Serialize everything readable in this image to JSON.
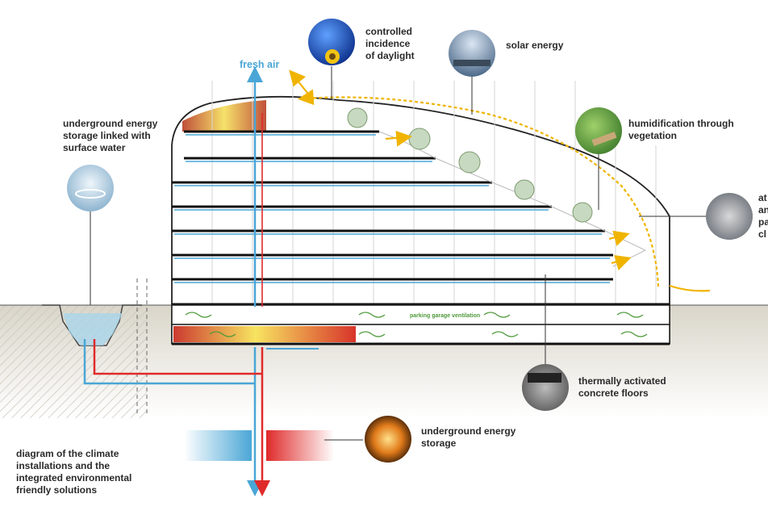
{
  "labels": {
    "fresh_air": "fresh air",
    "daylight": "controlled\nincidence\nof daylight",
    "solar": "solar energy",
    "underground_link": "underground energy\nstorage linked with\nsurface water",
    "humidification": "humidification through\nvegetation",
    "atrium_partial": "at\nan\npa\ncl",
    "parking_ventilation": "parking garage ventilation",
    "thermal_floors": "thermally activated\nconcrete floors",
    "underground_storage": "underground energy\nstorage",
    "caption": "diagram of the climate\ninstallations and the\nintegrated environmental\nfriendly solutions"
  },
  "icons": [
    "sunflower-sky-photo",
    "solar-sky-photo",
    "water-drop-photo",
    "leaf-photo",
    "atrium-photo",
    "concrete-floor-photo",
    "flame-hands-photo"
  ],
  "colors": {
    "cold": "#4aa6d6",
    "warm": "#e02a2a",
    "air_flow": "#f0b400",
    "vegetation_flow": "#4f9a3a",
    "ground": "#dcd8cc"
  }
}
